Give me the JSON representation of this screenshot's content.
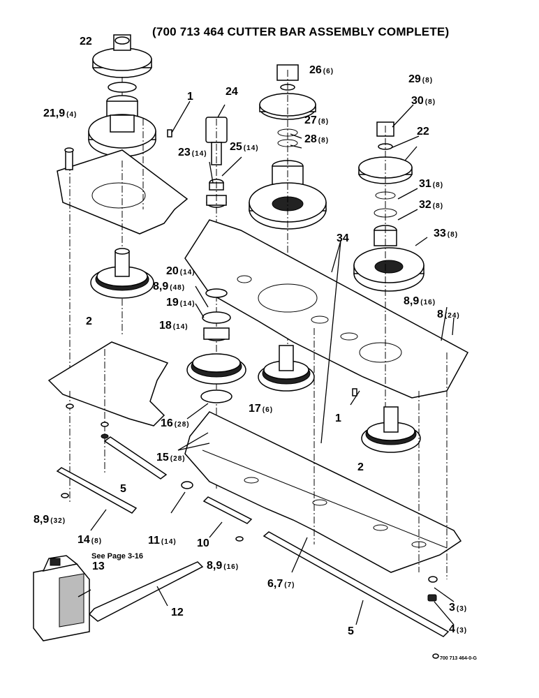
{
  "title": "(700 713 464 CUTTER BAR ASSEMBLY COMPLETE)",
  "note": "See Page 3-16",
  "ref_code": "700 713 464-0-G",
  "callouts": [
    {
      "id": "c22a",
      "num": "22",
      "qty": ""
    },
    {
      "id": "c1a",
      "num": "1",
      "qty": ""
    },
    {
      "id": "c219",
      "num": "21,9",
      "qty": "(4)"
    },
    {
      "id": "c24",
      "num": "24",
      "qty": ""
    },
    {
      "id": "c26",
      "num": "26",
      "qty": "(6)"
    },
    {
      "id": "c27",
      "num": "27",
      "qty": "(8)"
    },
    {
      "id": "c28",
      "num": "28",
      "qty": "(8)"
    },
    {
      "id": "c23",
      "num": "23",
      "qty": "(14)"
    },
    {
      "id": "c25",
      "num": "25",
      "qty": "(14)"
    },
    {
      "id": "c29",
      "num": "29",
      "qty": "(8)"
    },
    {
      "id": "c30",
      "num": "30",
      "qty": "(8)"
    },
    {
      "id": "c22b",
      "num": "22",
      "qty": ""
    },
    {
      "id": "c31",
      "num": "31",
      "qty": "(8)"
    },
    {
      "id": "c32",
      "num": "32",
      "qty": "(8)"
    },
    {
      "id": "c33",
      "num": "33",
      "qty": "(8)"
    },
    {
      "id": "c34",
      "num": "34",
      "qty": ""
    },
    {
      "id": "c89a",
      "num": "8,9",
      "qty": "(48)"
    },
    {
      "id": "c20",
      "num": "20",
      "qty": "(14)"
    },
    {
      "id": "c19",
      "num": "19",
      "qty": "(14)"
    },
    {
      "id": "c2a",
      "num": "2",
      "qty": ""
    },
    {
      "id": "c18",
      "num": "18",
      "qty": "(14)"
    },
    {
      "id": "c89b",
      "num": "8,9",
      "qty": "(16)"
    },
    {
      "id": "c8",
      "num": "8",
      "qty": "(24)"
    },
    {
      "id": "c17",
      "num": "17",
      "qty": "(6)"
    },
    {
      "id": "c1b",
      "num": "1",
      "qty": ""
    },
    {
      "id": "c16",
      "num": "16",
      "qty": "(28)"
    },
    {
      "id": "c15",
      "num": "15",
      "qty": "(28)"
    },
    {
      "id": "c2b",
      "num": "2",
      "qty": ""
    },
    {
      "id": "c5a",
      "num": "5",
      "qty": ""
    },
    {
      "id": "c89c",
      "num": "8,9",
      "qty": "(32)"
    },
    {
      "id": "c14",
      "num": "14",
      "qty": "(8)"
    },
    {
      "id": "c11",
      "num": "11",
      "qty": "(14)"
    },
    {
      "id": "c10",
      "num": "10",
      "qty": ""
    },
    {
      "id": "c13",
      "num": "13",
      "qty": ""
    },
    {
      "id": "c89d",
      "num": "8,9",
      "qty": "(16)"
    },
    {
      "id": "c67",
      "num": "6,7",
      "qty": "(7)"
    },
    {
      "id": "c3",
      "num": "3",
      "qty": "(3)"
    },
    {
      "id": "c12",
      "num": "12",
      "qty": ""
    },
    {
      "id": "c5b",
      "num": "5",
      "qty": ""
    },
    {
      "id": "c4",
      "num": "4",
      "qty": "(3)"
    }
  ]
}
